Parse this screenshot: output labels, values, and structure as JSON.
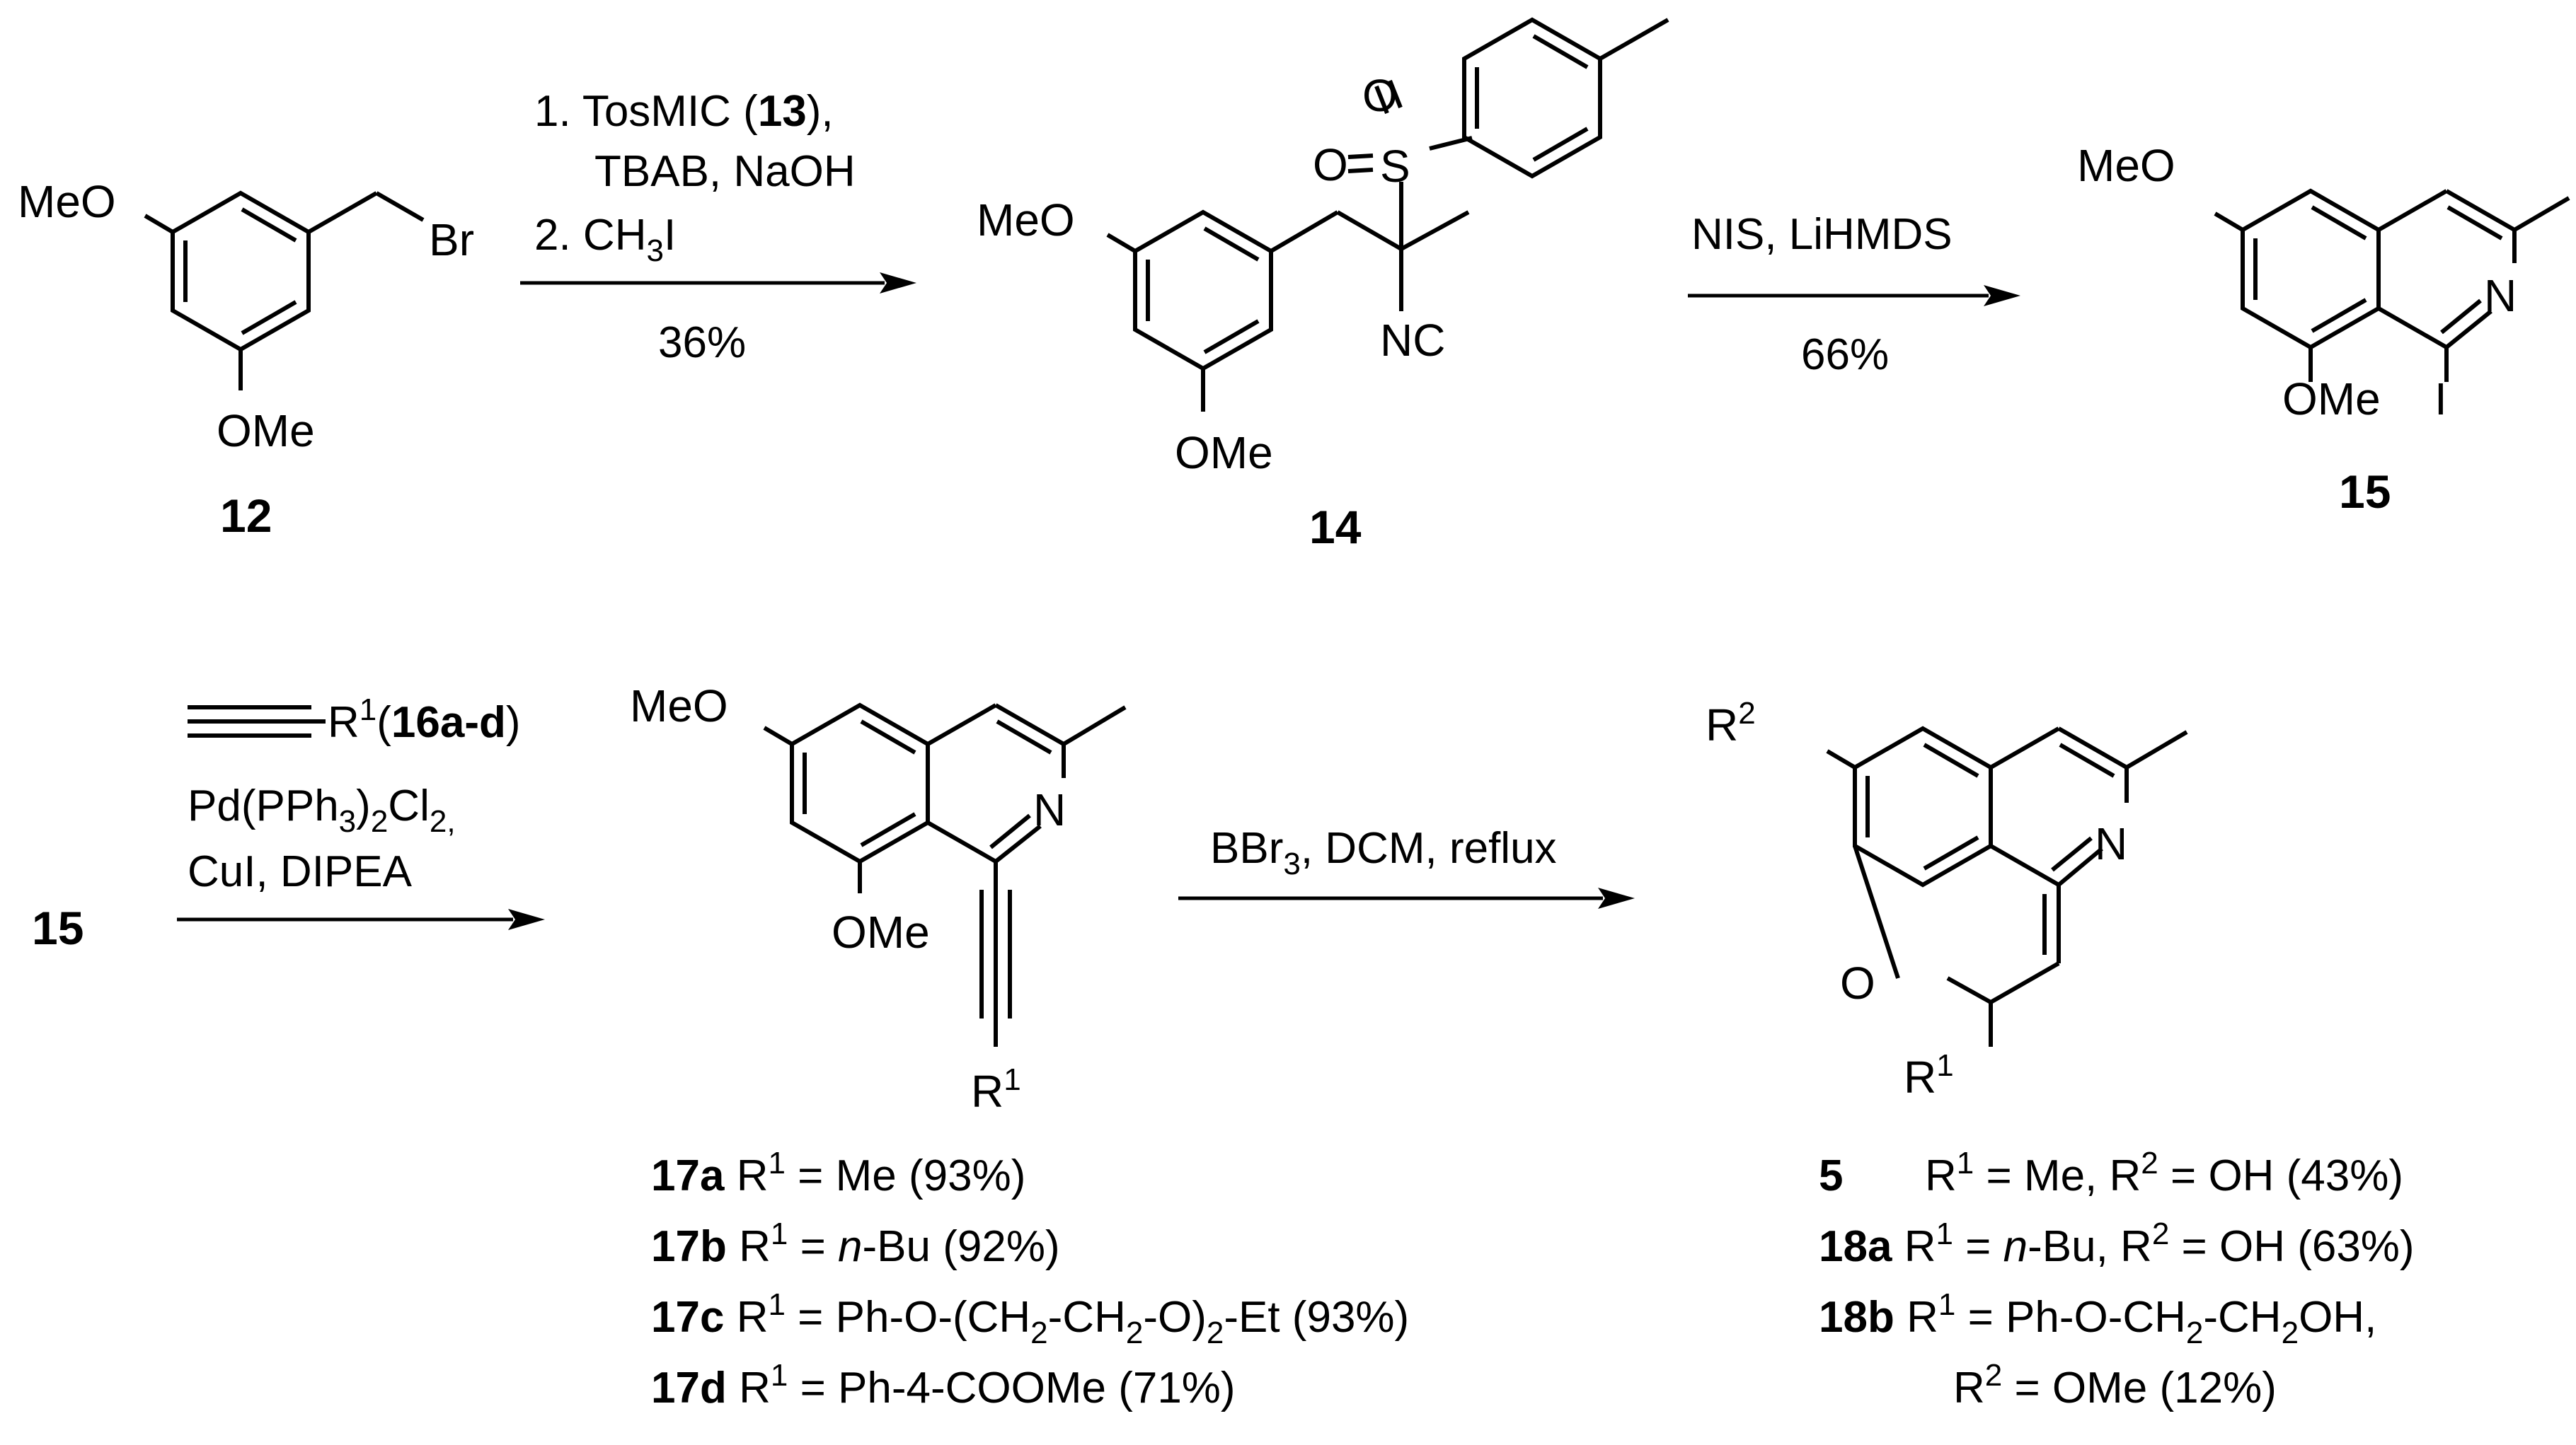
{
  "reaction1": {
    "start": {
      "id": "12",
      "atoms": {
        "meo": "MeO",
        "br": "Br",
        "ome": "OMe"
      }
    },
    "conditions": {
      "line1": "1. TosMIC (",
      "line1_bold": "13",
      "line1_end": "),",
      "line2": "TBAB, NaOH",
      "line3_pre": "2. CH",
      "line3_sub": "3",
      "line3_post": "I",
      "yield": "36%"
    },
    "product": {
      "id": "14",
      "atoms": {
        "meo": "MeO",
        "ome": "OMe",
        "o1": "O",
        "o2": "O",
        "s": "S",
        "nc": "NC"
      }
    }
  },
  "reaction2": {
    "conditions": {
      "line1": "NIS, LiHMDS",
      "yield": "66%"
    },
    "product": {
      "id": "15",
      "atoms": {
        "meo": "MeO",
        "ome": "OMe",
        "n": "N",
        "i": "I"
      }
    }
  },
  "reaction3": {
    "start": {
      "id": "15"
    },
    "conditions": {
      "alkyne_r": "R",
      "alkyne_sup": "1",
      "alkyne_open": "(",
      "alkyne_id": "16a-d",
      "alkyne_close": ")",
      "line2_pre": "Pd(PPh",
      "line2_sub1": "3",
      "line2_mid": ")",
      "line2_sub2": "2",
      "line2_mid2": "Cl",
      "line2_sub3": "2,",
      "line3": "CuI, DIPEA"
    },
    "product": {
      "atoms": {
        "meo": "MeO",
        "ome": "OMe",
        "n": "N",
        "r": "R",
        "r_sup": "1"
      },
      "variants": [
        {
          "id": "17a",
          "r": "R",
          "sup": "1",
          "eq": " = Me (93%)"
        },
        {
          "id": "17b",
          "r": "R",
          "sup": "1",
          "eq": " = ",
          "ital": "n",
          "rest": "-Bu (92%)"
        },
        {
          "id": "17c",
          "r": "R",
          "sup": "1",
          "eq": " = Ph-O-(CH",
          "s1": "2",
          "m1": "-CH",
          "s2": "2",
          "m2": "-O)",
          "s3": "2",
          "rest": "-Et (93%)"
        },
        {
          "id": "17d",
          "r": "R",
          "sup": "1",
          "eq": " = Ph-4-COOMe (71%)"
        }
      ]
    }
  },
  "reaction4": {
    "conditions": {
      "line1_pre": "BBr",
      "line1_sub": "3",
      "line1_post": ", DCM, reflux"
    },
    "product": {
      "atoms": {
        "r2": "R",
        "r2_sup": "2",
        "n": "N",
        "o": "O",
        "r1": "R",
        "r1_sup": "1"
      },
      "variants": [
        {
          "id": "5",
          "r1": "R",
          "sup1": "1",
          "eq1": " = Me, ",
          "r2": "R",
          "sup2": "2",
          "eq2": " = OH (43%)"
        },
        {
          "id": "18a",
          "r1": "R",
          "sup1": "1",
          "eq1": " = ",
          "ital": "n",
          "eq1b": "-Bu, ",
          "r2": "R",
          "sup2": "2",
          "eq2": " = OH (63%)"
        },
        {
          "id": "18b",
          "r1": "R",
          "sup1": "1",
          "eq1": " = Ph-O-CH",
          "s1": "2",
          "m1": "-CH",
          "s2": "2",
          "m2": "OH,",
          "r2": "R",
          "sup2": "2",
          "eq2": " = OMe (12%)"
        }
      ]
    }
  }
}
